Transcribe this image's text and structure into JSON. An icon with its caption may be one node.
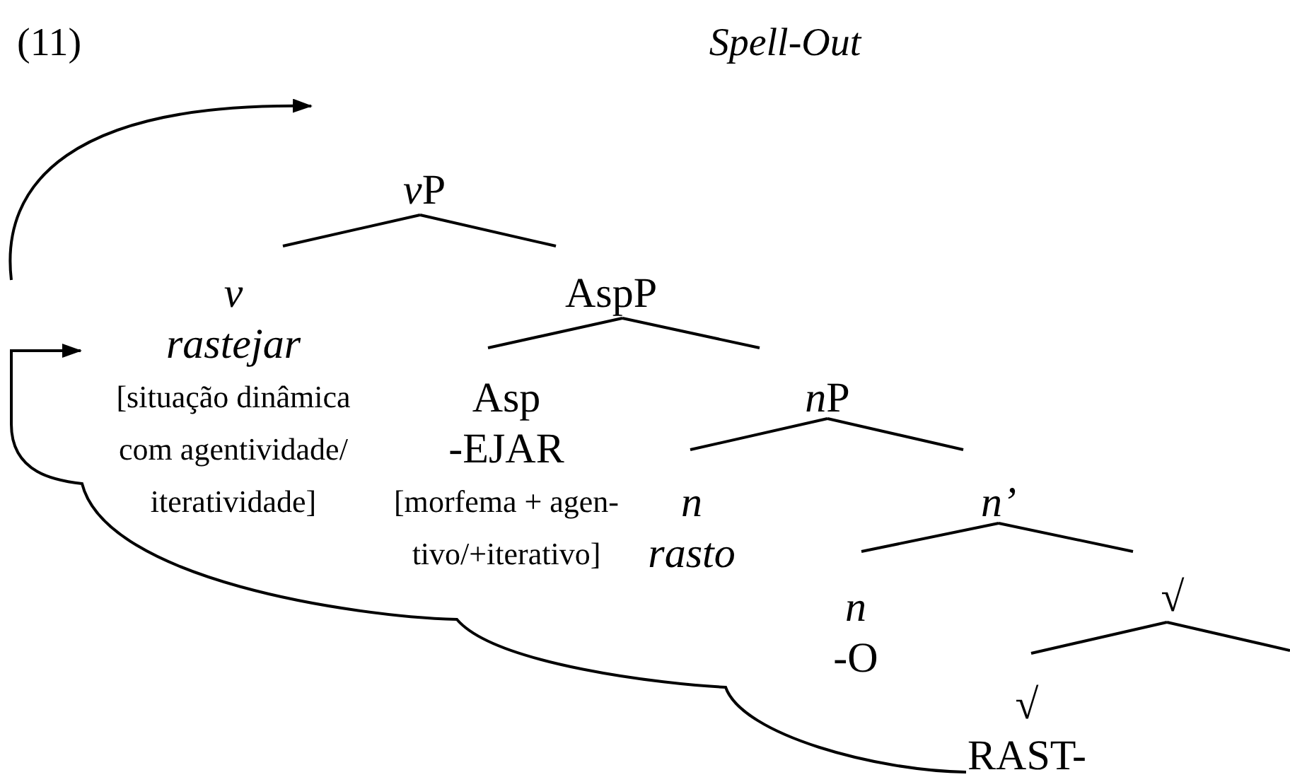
{
  "diagram": {
    "nodes": [
      {
        "text": [
          "Spell-Out"
        ]
      },
      {
        "text": [
          "vP"
        ]
      },
      {
        "text": [
          "v",
          "rastejar",
          "[situação dinâmica com agentividade/ iteratividade]"
        ]
      },
      {
        "text": [
          "AspP"
        ]
      },
      {
        "text": [
          "Asp",
          "-EJAR",
          "[morfema + agen- tivo/+iterativo]"
        ]
      },
      {
        "text": [
          "nP"
        ]
      },
      {
        "text": [
          "n",
          "rasto"
        ]
      },
      {
        "text": [
          "n’"
        ]
      },
      {
        "text": [
          "n",
          "-O"
        ]
      },
      {
        "text": [
          "√"
        ]
      },
      {
        "text": [
          "√",
          "RAST-"
        ]
      }
    ],
    "edges": [
      {
        "from": 2,
        "to": null,
        "arrow": "to"
      },
      {
        "from": 1,
        "to": 2,
        "arrow": "none"
      },
      {
        "from": 1,
        "to": 3,
        "arrow": "none"
      },
      {
        "from": 3,
        "to": 4,
        "arrow": "none"
      },
      {
        "from": 3,
        "to": 5,
        "arrow": "none"
      },
      {
        "from": 5,
        "to": 6,
        "arrow": "none"
      },
      {
        "from": 5,
        "to": 7,
        "arrow": "none"
      },
      {
        "from": 7,
        "to": 8,
        "arrow": "none"
      },
      {
        "from": 7,
        "to": 9,
        "arrow": "none"
      },
      {
        "from": 9,
        "to": 10,
        "arrow": "none"
      },
      {
        "from": 9,
        "to": null,
        "arrow": "none"
      },
      {
        "from": 10,
        "to": 2,
        "arrow": "to"
      }
    ],
    "labels": [
      "(11)"
    ]
  }
}
